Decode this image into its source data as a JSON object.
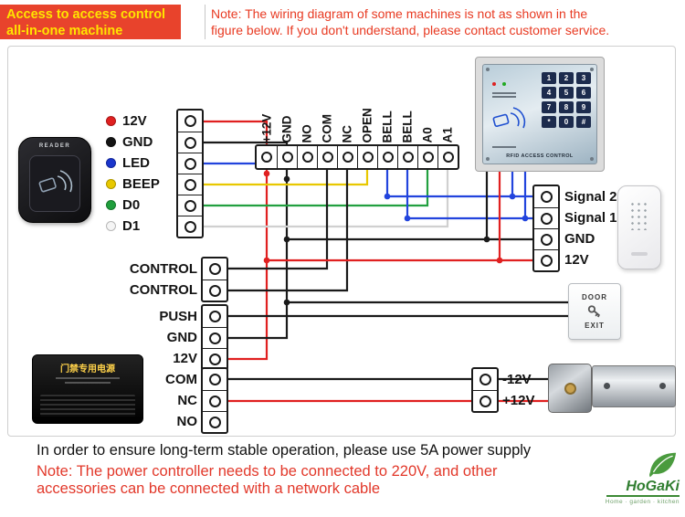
{
  "banner": {
    "line1": "Access to access control",
    "line2": "all-in-one machine"
  },
  "top_note": {
    "line1": "Note: The wiring diagram of some machines is not as shown in the",
    "line2": "figure below. If you don't understand, please contact customer service."
  },
  "reader": {
    "label": "READER",
    "terminals": [
      {
        "label": "12V",
        "color": "#e02020"
      },
      {
        "label": "GND",
        "color": "#141414"
      },
      {
        "label": "LED",
        "color": "#1a35cc"
      },
      {
        "label": "BEEP",
        "color": "#e8c800"
      },
      {
        "label": "D0",
        "color": "#1f9e3c"
      },
      {
        "label": "D1",
        "color": "#f5f5f5"
      }
    ]
  },
  "strip": {
    "labels": [
      "+12V",
      "GND",
      "NO",
      "COM",
      "NC",
      "OPEN",
      "BELL",
      "BELL",
      "A0",
      "A1"
    ]
  },
  "control_block": {
    "labels": [
      "CONTROL",
      "CONTROL"
    ]
  },
  "push_block": {
    "labels": [
      "PUSH",
      "GND",
      "12V"
    ]
  },
  "relay_block": {
    "labels": [
      "COM",
      "NC",
      "NO"
    ]
  },
  "signal_block": {
    "labels": [
      "Signal 2",
      "Signal 1",
      "GND",
      "12V"
    ]
  },
  "lock_power_block": {
    "labels": [
      "-12V",
      "+12V"
    ]
  },
  "keypad": {
    "keys": [
      "1",
      "2",
      "3",
      "4",
      "5",
      "6",
      "7",
      "8",
      "9",
      "*",
      "0",
      "#"
    ],
    "caption": "RFID ACCESS CONTROL"
  },
  "power_supply": {
    "title": "门禁专用电源"
  },
  "exit_button": {
    "top": "DOOR",
    "bottom": "EXIT"
  },
  "footer": {
    "line1": "In order to ensure long-term stable operation, please use 5A power supply",
    "note1": "Note: The power controller needs to be connected to 220V, and other",
    "note2": "accessories can be connected with a network cable"
  },
  "logo": {
    "name": "HoGaKi",
    "tagline": "Home · garden · kitchen"
  },
  "colors": {
    "accent_red": "#e8432c",
    "banner_yellow": "#ffe400",
    "wire_red": "#e02020",
    "wire_black": "#1a1a1a",
    "wire_blue": "#2244dd",
    "wire_yellow": "#e8c800",
    "wire_green": "#22a040",
    "wire_white": "#d0d0d0"
  }
}
